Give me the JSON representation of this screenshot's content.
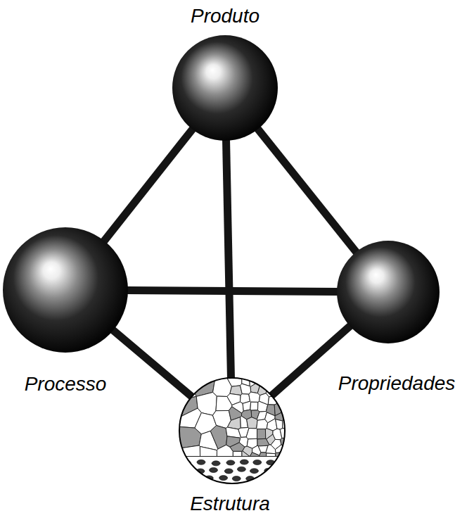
{
  "diagram": {
    "nodes": [
      {
        "text": [
          "Produto"
        ]
      },
      {
        "text": [
          "Processo"
        ]
      },
      {
        "text": [
          "Propriedades"
        ]
      },
      {
        "text": [
          "Estrutura"
        ]
      }
    ],
    "edges": [
      {
        "from": 0,
        "to": 1,
        "arrow": "none"
      },
      {
        "from": 0,
        "to": 2,
        "arrow": "none"
      },
      {
        "from": 0,
        "to": 3,
        "arrow": "none"
      },
      {
        "from": 1,
        "to": 2,
        "arrow": "none"
      },
      {
        "from": 1,
        "to": 3,
        "arrow": "none"
      },
      {
        "from": 2,
        "to": 3,
        "arrow": "none"
      }
    ]
  }
}
